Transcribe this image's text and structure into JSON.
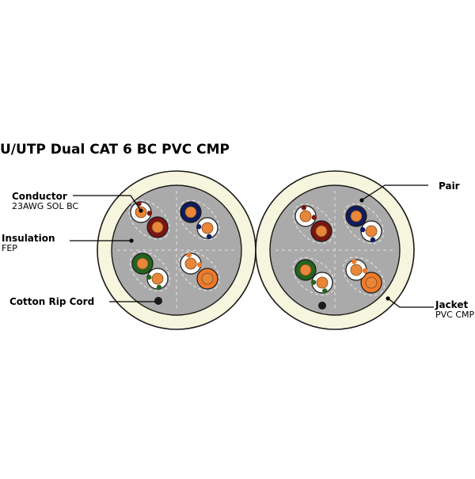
{
  "title": "U/UTP Dual CAT 6 BC PVC CMP",
  "labels": {
    "conductor": "Conductor",
    "conductor_detail": "23AWG SOL BC",
    "insulation": "Insulation",
    "insulation_detail": "FEP",
    "rip_cord": "Cotton Rip Cord",
    "pair": "Pair",
    "jacket": "Jacket",
    "jacket_detail": "PVC CMP"
  },
  "colors": {
    "jacket": "#f6f5dd",
    "core_fill": "#aaaaaa",
    "outline": "#1a1a1a",
    "conductor": "#e8863a",
    "brown": "#7a1513",
    "blue": "#0f1b5e",
    "green": "#23651f",
    "orange": "#f07a2a",
    "white": "#ffffff",
    "rip_cord": "#1a1a1a"
  },
  "cable": {
    "pair_colors": [
      "brown",
      "blue",
      "green",
      "orange"
    ]
  }
}
